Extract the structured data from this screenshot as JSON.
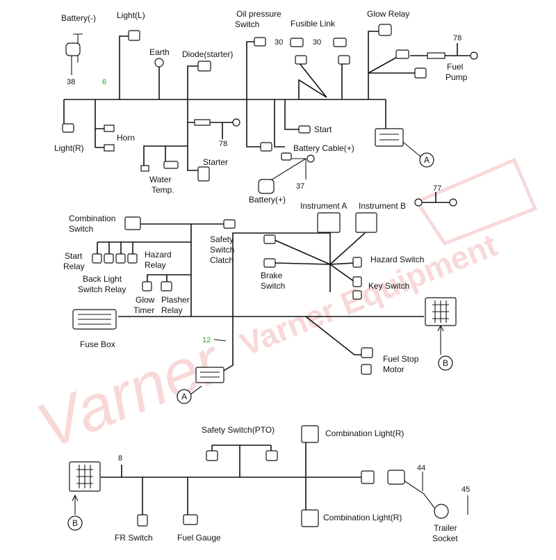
{
  "watermark": {
    "brand": "Varner Equipment"
  },
  "colors": {
    "wire": "#111111",
    "highlight": "#2e9e2e",
    "watermark": "#f3b9b9"
  },
  "section1": {
    "battery_neg": "Battery(-)",
    "num_38": "38",
    "light_l": "Light(L)",
    "num_6": "6",
    "earth": "Earth",
    "diode_starter": "Diode(starter)",
    "oil_pressure_1": "Oil pressure",
    "oil_pressure_2": "Switch",
    "fusible_link": "Fusible Link",
    "num_30a": "30",
    "num_30b": "30",
    "glow_relay": "Glow Relay",
    "num_78a": "78",
    "fuel_1": "Fuel",
    "fuel_2": "Pump",
    "light_r": "Light(R)",
    "horn": "Horn",
    "num_78b": "78",
    "start": "Start",
    "battery_cable": "Battery Cable(+)",
    "starter": "Starter",
    "water_1": "Water",
    "water_2": "Temp.",
    "num_37": "37",
    "battery_pos": "Battery(+)",
    "callout_a": "A"
  },
  "section2": {
    "combination_1": "Combination",
    "combination_2": "Switch",
    "safety_1": "Safety",
    "safety_2": "Switch",
    "safety_3": "Clatch",
    "instrument_a": "Instrument A",
    "instrument_b": "Instrument B",
    "num_77": "77",
    "start_relay_1": "Start",
    "start_relay_2": "Relay",
    "hazard_relay_1": "Hazard",
    "hazard_relay_2": "Relay",
    "brake_1": "Brake",
    "brake_2": "Switch",
    "hazard_switch": "Hazard Switch",
    "back_light_1": "Back Light",
    "back_light_2": "Switch Relay",
    "key_switch": "Key Switch",
    "glow_timer_1": "Glow",
    "glow_timer_2": "Timer",
    "plasher_1": "Plasher",
    "plasher_2": "Relay",
    "fuse_box": "Fuse Box",
    "num_12": "12",
    "fuel_stop_1": "Fuel Stop",
    "fuel_stop_2": "Motor",
    "callout_a": "A",
    "callout_b": "B"
  },
  "section3": {
    "safety_pto": "Safety Switch(PTO)",
    "combination_light_top": "Combination Light(R)",
    "num_8": "8",
    "num_44": "44",
    "num_45": "45",
    "combination_light_bottom": "Combination Light(R)",
    "fr_switch": "FR Switch",
    "fuel_gauge": "Fuel Gauge",
    "trailer_1": "Trailer",
    "trailer_2": "Socket",
    "callout_b": "B"
  }
}
